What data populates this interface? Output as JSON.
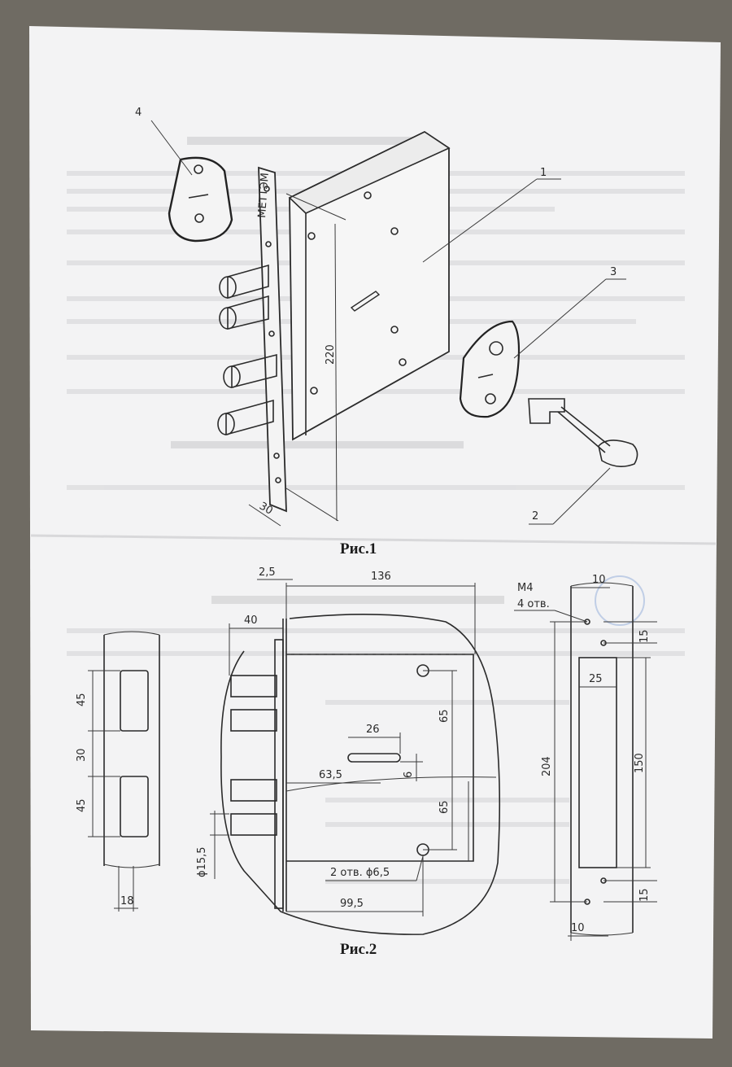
{
  "figure1": {
    "caption": "Рис.1",
    "brand_mark": "МЕТТЭМ",
    "callouts": [
      "1",
      "2",
      "3",
      "4"
    ],
    "dimensions": {
      "height": "220",
      "depth": "30"
    }
  },
  "figure2": {
    "caption": "Рис.2",
    "dimensions": {
      "faceplate_thickness": "2,5",
      "body_width": "136",
      "backset": "40",
      "keyhole_width": "26",
      "spindle_offset": "63,5",
      "keyhole_height": "6",
      "upper_hole": "65",
      "lower_hole": "65",
      "bolt_diameter": "ϕ15,5",
      "mount_holes": "2 отв. ϕ6,5",
      "lower_offset": "99,5"
    },
    "strike_plate": {
      "slot_upper": "45",
      "slot_gap": "30",
      "slot_lower": "45",
      "width": "18"
    },
    "faceplate": {
      "thread": "M4",
      "thread_count": "4 отв.",
      "top_offset": "10",
      "top_hole": "15",
      "window_width": "25",
      "total_height": "204",
      "window_height": "150",
      "bottom_hole": "15",
      "bottom_offset": "10"
    }
  }
}
